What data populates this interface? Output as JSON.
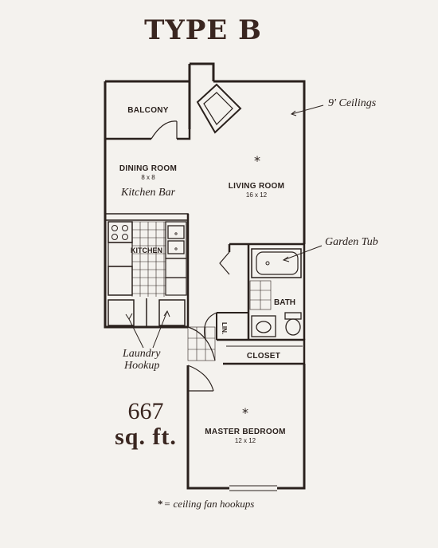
{
  "title": "TYPE B",
  "area": {
    "value": "667",
    "unit": "sq. ft."
  },
  "legend": {
    "symbol": "*",
    "text": "= ceiling fan hookups"
  },
  "callouts": {
    "ceilings": "9' Ceilings",
    "kitchen_bar": "Kitchen Bar",
    "garden_tub": "Garden Tub",
    "laundry_line1": "Laundry",
    "laundry_line2": "Hookup"
  },
  "rooms": {
    "balcony": {
      "name": "BALCONY"
    },
    "dining": {
      "name": "DINING ROOM",
      "size": "8 x 8"
    },
    "living": {
      "name": "LIVING ROOM",
      "size": "16 x 12"
    },
    "kitchen": {
      "name": "KITCHEN"
    },
    "bath": {
      "name": "BATH"
    },
    "linen": {
      "name": "LIN."
    },
    "closet": {
      "name": "CLOSET"
    },
    "master": {
      "name": "MASTER BEDROOM",
      "size": "12 x 12"
    }
  },
  "fan_symbol": "*",
  "colors": {
    "ink": "#2a211d",
    "paper": "#f4f2ee",
    "title": "#3a2620"
  }
}
